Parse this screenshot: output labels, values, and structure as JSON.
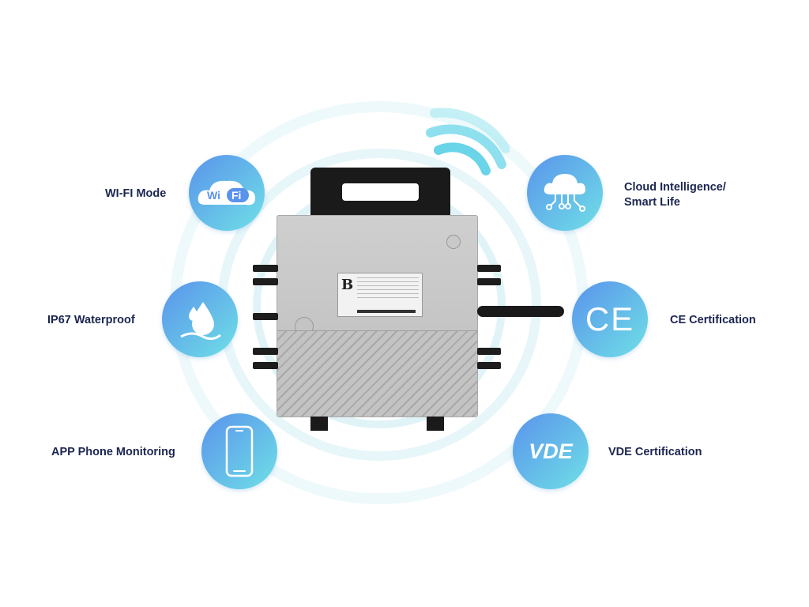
{
  "features": [
    {
      "label": "WI-FI Mode",
      "icon": "wifi-cloud-icon",
      "icon_text": [
        "Wi",
        "Fi"
      ]
    },
    {
      "label": "IP67 Waterproof",
      "icon": "water-drop-icon"
    },
    {
      "label": "APP Phone Monitoring",
      "icon": "smartphone-icon"
    },
    {
      "label": "Cloud Intelligence/\nSmart Life",
      "label_lines": [
        "Cloud Intelligence/",
        "Smart Life"
      ],
      "icon": "cloud-network-icon"
    },
    {
      "label": "CE Certification",
      "icon": "ce-mark-icon",
      "icon_text": "CE"
    },
    {
      "label": "VDE Certification",
      "icon": "vde-mark-icon",
      "icon_text": "VDE"
    }
  ],
  "product": {
    "brand_letter": "B"
  },
  "colors": {
    "gradient_start": "#5a93ec",
    "gradient_end": "#6fe0e6",
    "label": "#1b2550",
    "ring": "#cdeff4"
  }
}
